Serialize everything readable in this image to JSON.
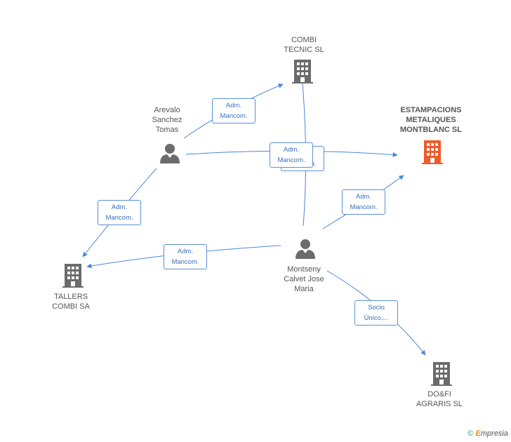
{
  "colors": {
    "building": "#6b6b6b",
    "building_highlight": "#f05a28",
    "person": "#6b6b6b",
    "edge": "#4a86d8"
  },
  "nodes": {
    "combi_tecnic": {
      "line1": "COMBI",
      "line2": "TECNIC SL"
    },
    "estampacions": {
      "line1": "ESTAMPACIONS",
      "line2": "METALIQUES",
      "line3": "MONTBLANC SL"
    },
    "arevalo": {
      "line1": "Arevalo",
      "line2": "Sanchez",
      "line3": "Tomas"
    },
    "montseny": {
      "line1": "Montseny",
      "line2": "Calvet Jose",
      "line3": "Maria"
    },
    "tallers": {
      "line1": "TALLERS",
      "line2": "COMBI SA"
    },
    "dofi": {
      "line1": "DO&FI",
      "line2": "AGRARIS SL"
    }
  },
  "relations": {
    "arevalo_combi": {
      "line1": "Adm.",
      "line2": "Mancom."
    },
    "arevalo_estamp": {
      "line1": "Adm.",
      "line2": "Mancom."
    },
    "montseny_combi": {
      "line1": "Adm.",
      "line2": "Mancom."
    },
    "montseny_estamp": {
      "line1": "Adm.",
      "line2": "Mancom."
    },
    "arevalo_tallers": {
      "line1": "Adm.",
      "line2": "Mancom."
    },
    "montseny_tallers": {
      "line1": "Adm.",
      "line2": "Mancom."
    },
    "montseny_dofi": {
      "line1": "Socio",
      "line2": "Único,..."
    }
  },
  "footer": {
    "copyright": "©",
    "brand_initial": "E",
    "brand_rest": "mpresia"
  }
}
